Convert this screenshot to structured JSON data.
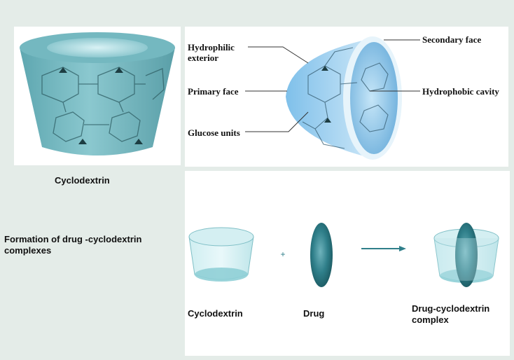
{
  "left_column": {
    "cd_caption": "Cyclodextrin",
    "formation_text": "Formation of drug -cyclodextrin complexes"
  },
  "structure_labels": {
    "hydrophilic_exterior": "Hydrophilic\nexterior",
    "primary_face": "Primary face",
    "glucose_units": "Glucose units",
    "secondary_face": "Secondary face",
    "hydrophobic_cavity": "Hydrophobic cavity"
  },
  "formation": {
    "plus": "+",
    "cyclodextrin": "Cyclodextrin",
    "drug": "Drug",
    "complex": "Drug-cyclodextrin\ncomplex"
  },
  "colors": {
    "cd_teal": "#6fb5bd",
    "drug_teal": "#2f7f8a",
    "cup_light": "#a9d9df"
  },
  "icons": {
    "arrow": "arrow-right-icon"
  }
}
